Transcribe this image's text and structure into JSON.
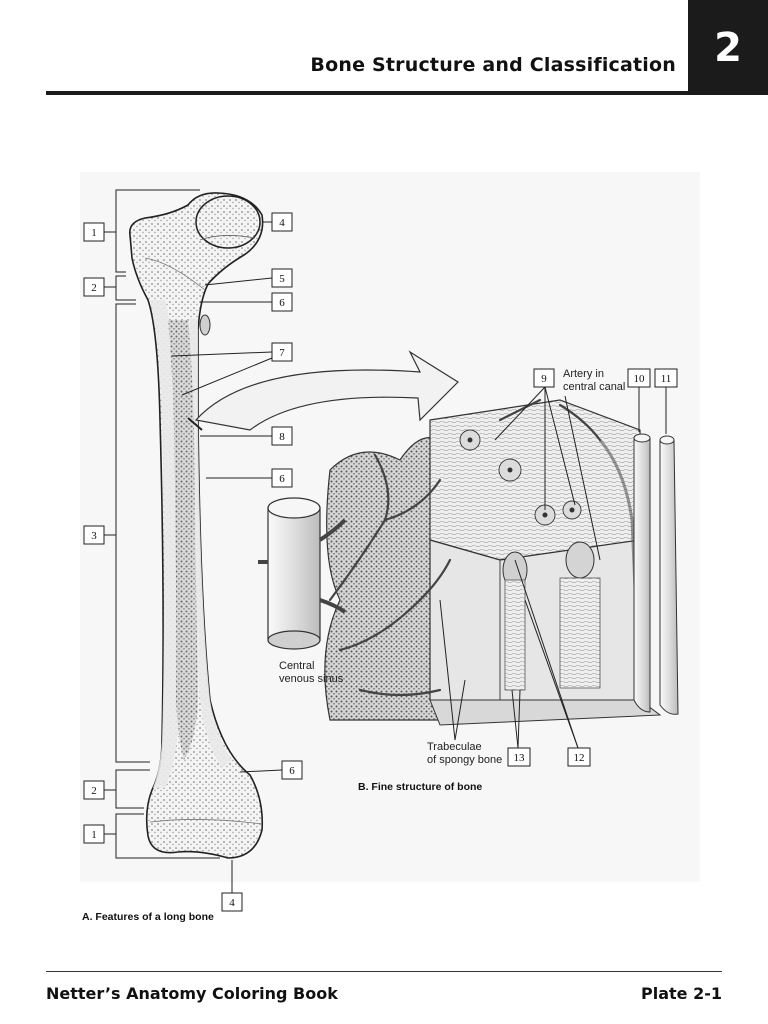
{
  "header": {
    "title": "Bone Structure and Classification",
    "chapter_number": "2"
  },
  "figure_a": {
    "caption": "A. Features of a long bone",
    "left_labels": [
      "1",
      "2",
      "3",
      "2",
      "1"
    ],
    "right_labels": [
      "4",
      "5",
      "6",
      "7",
      "8",
      "6",
      "6",
      "4"
    ]
  },
  "figure_b": {
    "caption": "B. Fine structure of bone",
    "numbered_labels": [
      "9",
      "10",
      "11",
      "12",
      "13"
    ],
    "text_labels": {
      "artery_line1": "Artery in",
      "artery_line2": "central canal",
      "sinus_line1": "Central",
      "sinus_line2": "venous sinus",
      "trabeculae_line1": "Trabeculae",
      "trabeculae_line2": "of spongy bone"
    }
  },
  "footer": {
    "book_title": "Netter’s Anatomy Coloring Book",
    "plate": "Plate 2-1"
  }
}
